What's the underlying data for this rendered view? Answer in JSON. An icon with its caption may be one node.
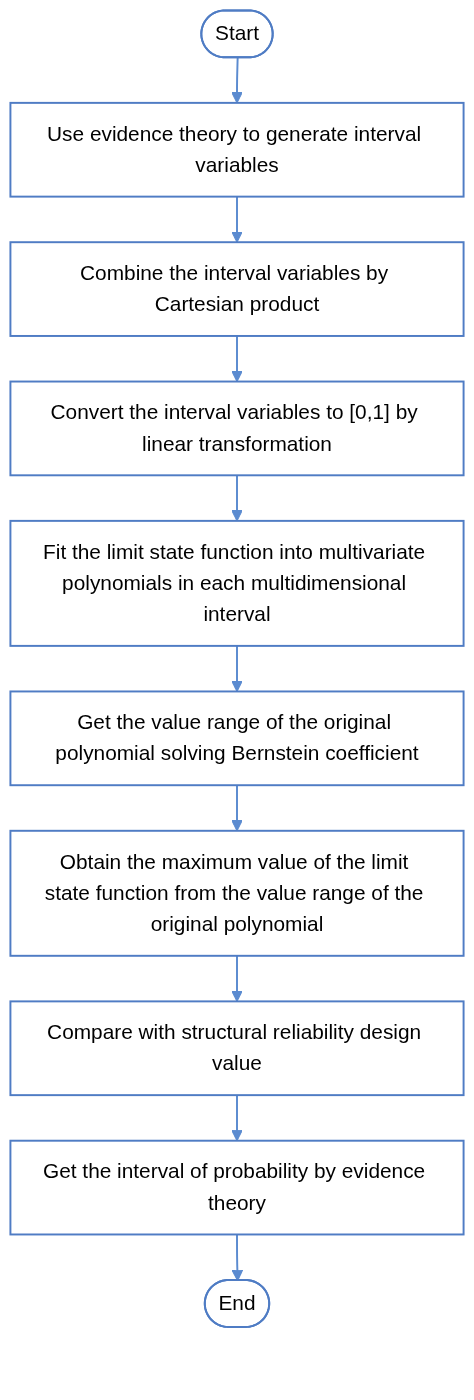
{
  "diagram": {
    "nodes": [
      {
        "text": [
          "Start"
        ]
      },
      {
        "text": [
          "Use evidence theory to generate interval variables"
        ]
      },
      {
        "text": [
          "Combine the interval variables by Cartesian product"
        ]
      },
      {
        "text": [
          "Convert the interval variables to [0,1] by linear transformation"
        ]
      },
      {
        "text": [
          "Fit the limit state function into multivariate polynomials in each multidimensional interval"
        ]
      },
      {
        "text": [
          "Get the value range of the original polynomial solving Bernstein coefficient"
        ]
      },
      {
        "text": [
          "Obtain the maximum value of the limit state function from the value range of the original polynomial"
        ]
      },
      {
        "text": [
          "Compare with structural reliability design value"
        ]
      },
      {
        "text": [
          "Get the interval of probability by evidence theory"
        ]
      },
      {
        "text": [
          "End"
        ]
      }
    ],
    "edges": [
      {
        "from": 0,
        "to": 1,
        "arrow": "to"
      },
      {
        "from": 1,
        "to": 2,
        "arrow": "to"
      },
      {
        "from": 2,
        "to": 3,
        "arrow": "to"
      },
      {
        "from": 3,
        "to": 4,
        "arrow": "to"
      },
      {
        "from": 4,
        "to": 5,
        "arrow": "to"
      },
      {
        "from": 5,
        "to": 6,
        "arrow": "to"
      },
      {
        "from": 6,
        "to": 7,
        "arrow": "to"
      },
      {
        "from": 7,
        "to": 8,
        "arrow": "to"
      },
      {
        "from": 8,
        "to": 9,
        "arrow": "to"
      }
    ]
  }
}
